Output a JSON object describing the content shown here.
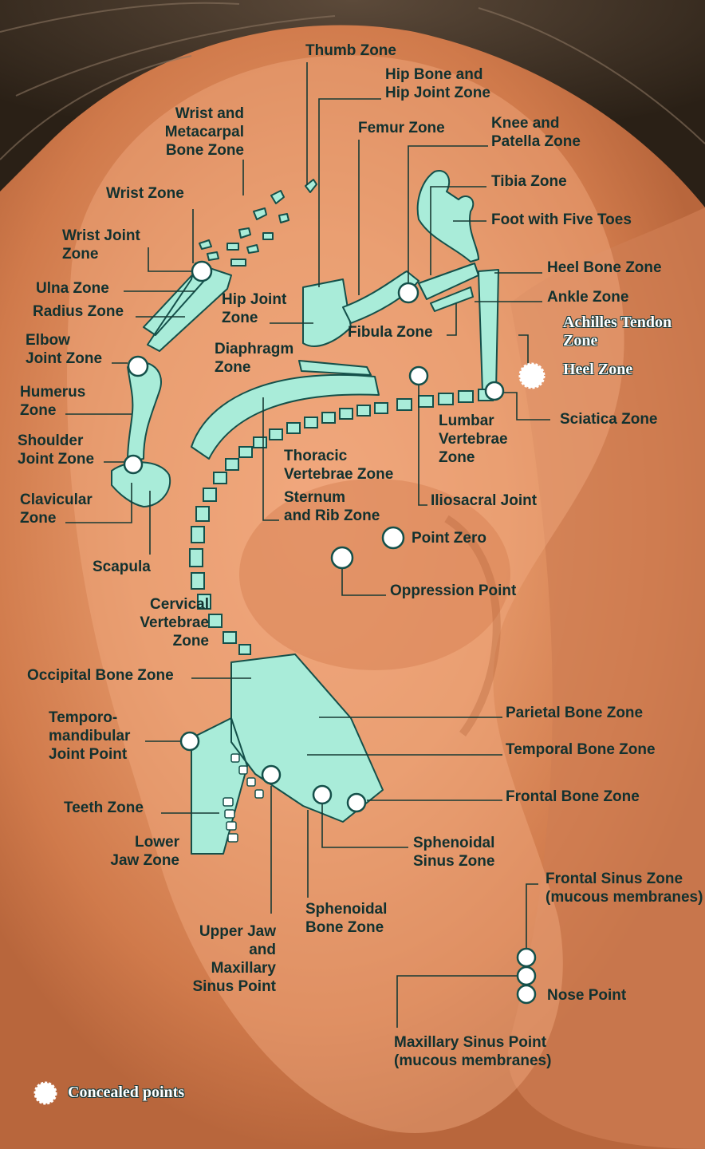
{
  "colors": {
    "skin": "#e39566",
    "bone": "#a9ecd9",
    "outline": "#14504a",
    "leader": "#173a34",
    "point": "#ffffff"
  },
  "labels": {
    "thumb": "Thumb Zone",
    "hip_bone": "Hip Bone and\nHip Joint Zone",
    "wrist_metacarpal": "Wrist and\nMetacarpal\nBone Zone",
    "femur": "Femur Zone",
    "knee": "Knee and\nPatella Zone",
    "tibia": "Tibia Zone",
    "wrist": "Wrist Zone",
    "foot": "Foot with Five Toes",
    "wrist_joint": "Wrist Joint\nZone",
    "heel_bone": "Heel Bone Zone",
    "ulna": "Ulna Zone",
    "hip_joint": "Hip Joint\nZone",
    "ankle": "Ankle Zone",
    "radius": "Radius Zone",
    "achilles": "Achilles Tendon\nZone",
    "fibula": "Fibula Zone",
    "elbow": "Elbow\nJoint Zone",
    "diaphragm": "Diaphragm\nZone",
    "heel": "Heel Zone",
    "humerus": "Humerus\nZone",
    "lumbar": "Lumbar\nVertebrae\nZone",
    "sciatica": "Sciatica Zone",
    "shoulder": "Shoulder\nJoint Zone",
    "thoracic": "Thoracic\nVertebrae Zone",
    "clavicular": "Clavicular\nZone",
    "sternum": "Sternum\nand Rib Zone",
    "iliosacral": "Iliosacral Joint",
    "point_zero": "Point Zero",
    "scapula": "Scapula",
    "oppression": "Oppression Point",
    "cervical": "Cervical\nVertebrae\nZone",
    "occipital": "Occipital Bone Zone",
    "parietal": "Parietal Bone Zone",
    "tmj": "Temporo-\nmandibular\nJoint Point",
    "temporal": "Temporal Bone Zone",
    "frontal": "Frontal Bone Zone",
    "teeth": "Teeth Zone",
    "lower_jaw": "Lower\nJaw Zone",
    "sphenoidal_sinus": "Sphenoidal\nSinus Zone",
    "frontal_sinus": "Frontal Sinus Zone\n(mucous membranes)",
    "sphenoidal_bone": "Sphenoidal\nBone Zone",
    "upper_jaw": "Upper Jaw\nand\nMaxillary\nSinus Point",
    "nose": "Nose Point",
    "maxillary": "Maxillary Sinus Point\n(mucous membranes)"
  },
  "legend": {
    "concealed_points": "Concealed points"
  }
}
